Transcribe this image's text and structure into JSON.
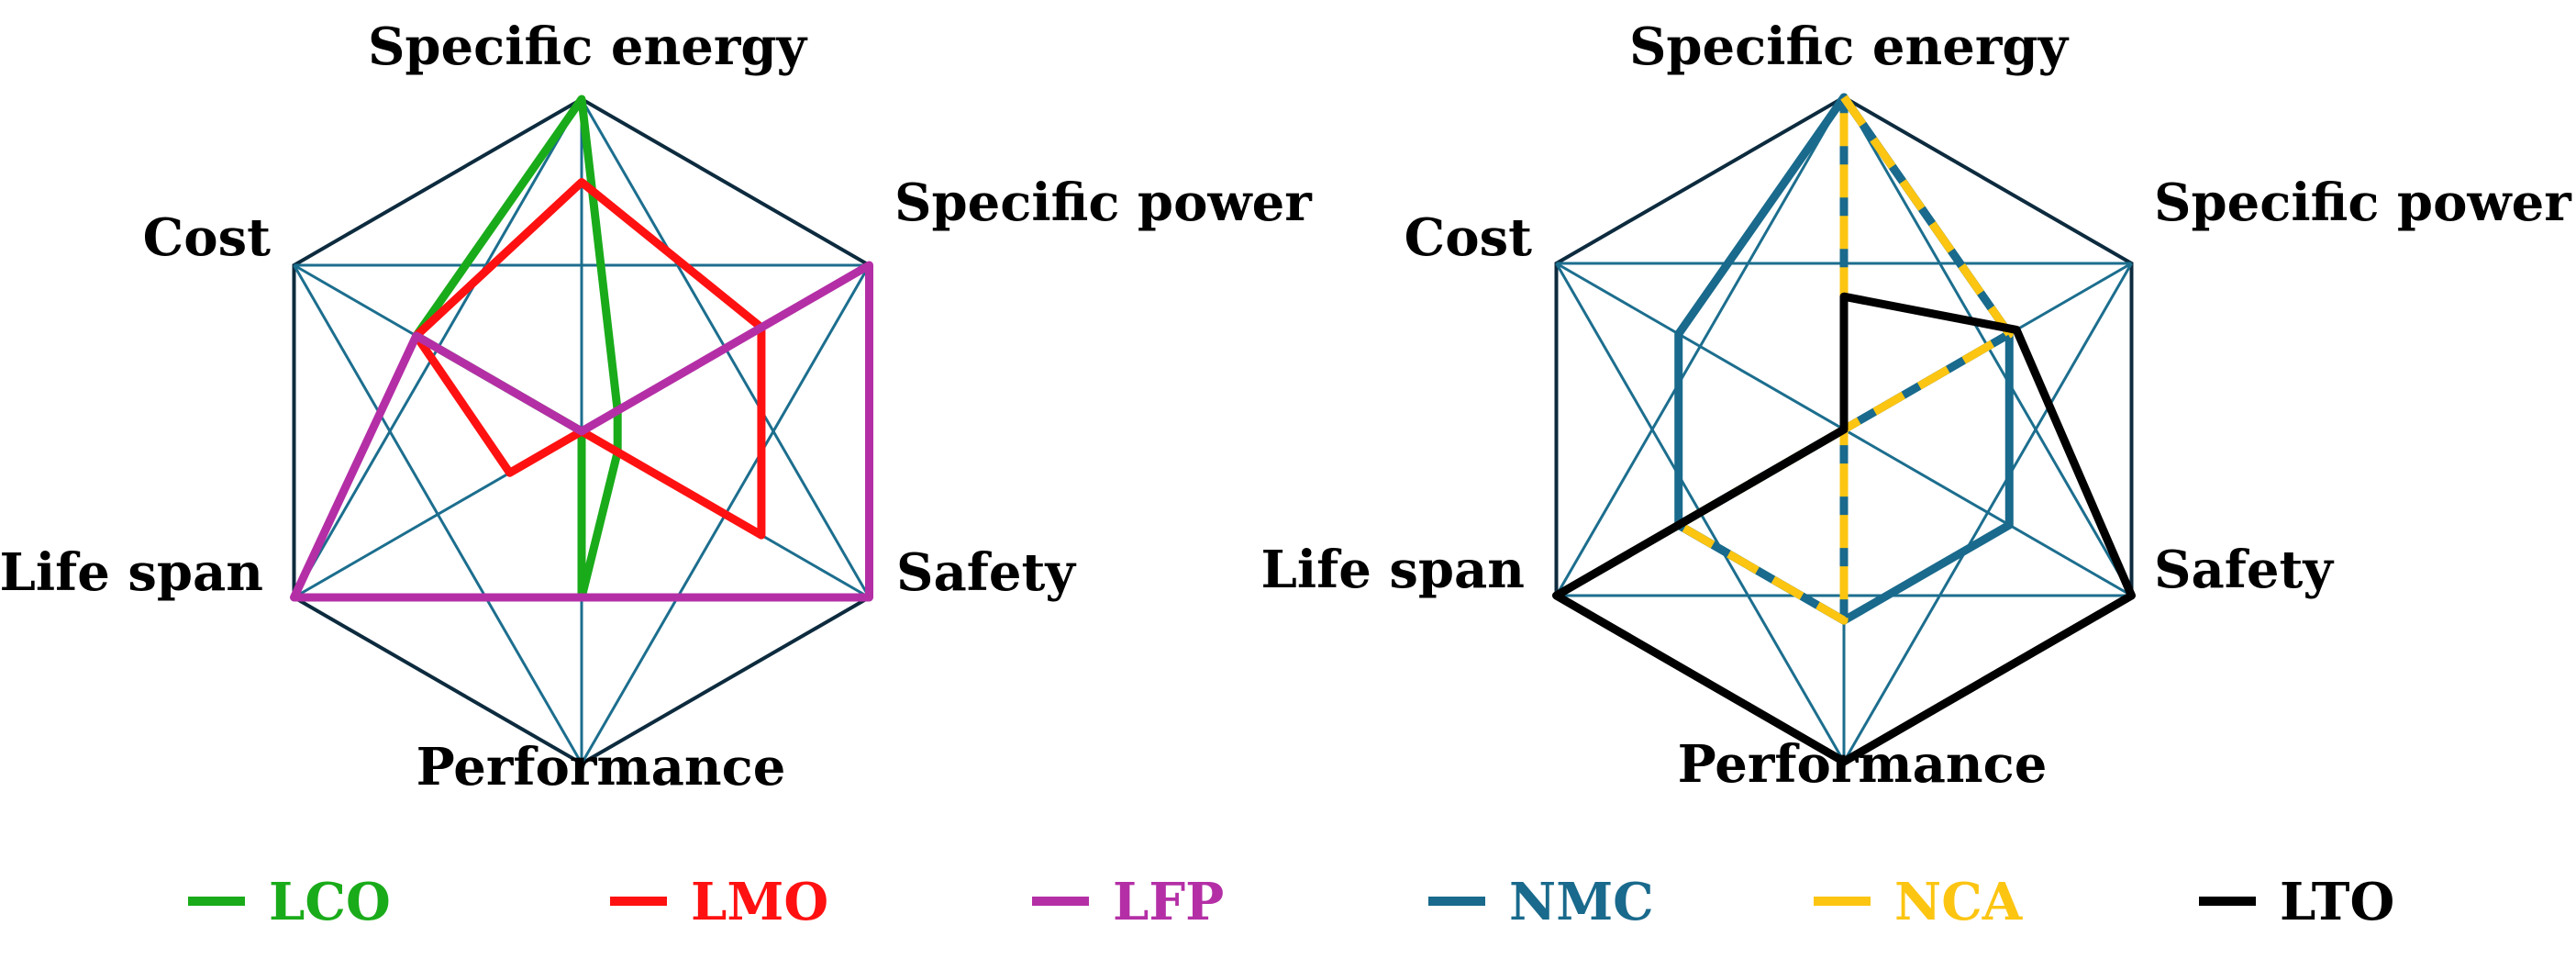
{
  "chart_data": [
    {
      "type": "radar",
      "axes": [
        "Specific energy",
        "Specific power",
        "Safety",
        "Performance",
        "Life span",
        "Cost"
      ],
      "range": [
        0,
        4
      ],
      "levels": 4,
      "grid": true,
      "legend_position": "bottom",
      "series": [
        {
          "name": "LCO",
          "color": "#1aab1a",
          "values": [
            4,
            0.5,
            0.5,
            2,
            0,
            2.3
          ],
          "dashed": false
        },
        {
          "name": "LMO",
          "color": "#ff1111",
          "values": [
            3,
            2.5,
            2.5,
            0,
            1,
            2.3
          ],
          "dashed": false
        },
        {
          "name": "LFP",
          "color": "#b42fa6",
          "values": [
            0,
            4,
            4,
            2,
            4,
            2.3
          ],
          "dashed": false
        }
      ]
    },
    {
      "type": "radar",
      "axes": [
        "Specific energy",
        "Specific power",
        "Safety",
        "Performance",
        "Life span",
        "Cost"
      ],
      "range": [
        0,
        4
      ],
      "levels": 4,
      "grid": true,
      "legend_position": "bottom",
      "series": [
        {
          "name": "NMC",
          "color": "#196a8c",
          "values": [
            4,
            2.3,
            2.3,
            2.3,
            2.3,
            2.3
          ],
          "dashed": false
        },
        {
          "name": "NCA",
          "color": "#fcc512",
          "values": [
            4,
            2.3,
            0,
            2.3,
            2.3,
            0
          ],
          "dashed": true
        },
        {
          "name": "LTO",
          "color": "#000000",
          "values": [
            1.6,
            2.4,
            4,
            4,
            4,
            0
          ],
          "dashed": false
        }
      ]
    }
  ]
}
